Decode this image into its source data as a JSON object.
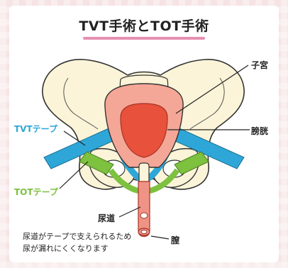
{
  "title": "TVT手術とTOT手術",
  "labels": {
    "uterus": "子宮",
    "bladder": "膀胱",
    "tvt_tape": "TVTテープ",
    "tot_tape": "TOTテープ",
    "urethra": "尿道",
    "vagina": "膣"
  },
  "note": {
    "line1": "尿道がテープで支えられるため",
    "line2": "尿が漏れにくくなります"
  },
  "colors": {
    "tvt": "#2ea7d8",
    "tot": "#7dc13f",
    "title_underline": "#e68fb2",
    "bone": "#fbf4d8",
    "uterus": "#f5a797",
    "bladder": "#e8513b"
  }
}
